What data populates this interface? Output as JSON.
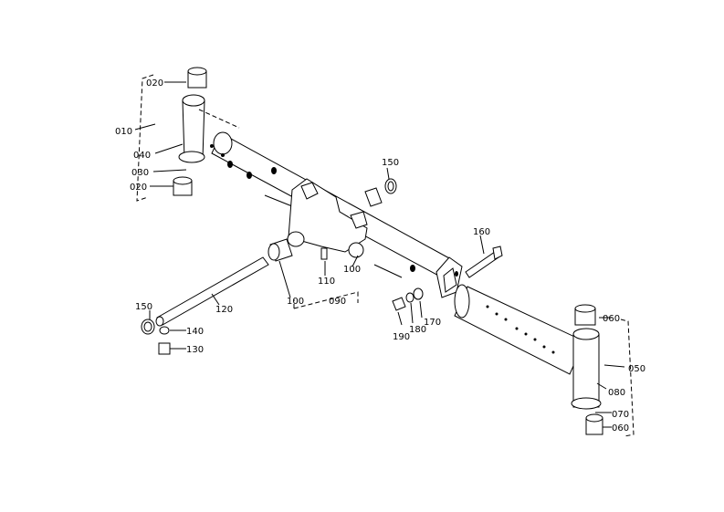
{
  "labels": {
    "l020a": "020",
    "l010": "010",
    "l040": "040",
    "l030": "030",
    "l020b": "020",
    "l150a": "150",
    "l160": "160",
    "l110": "110",
    "l100a": "100",
    "l100b": "100",
    "l090": "090",
    "l120": "120",
    "l150b": "150",
    "l140": "140",
    "l130": "130",
    "l190": "190",
    "l180": "180",
    "l170": "170",
    "l060a": "060",
    "l050": "050",
    "l080": "080",
    "l070": "070",
    "l060b": "060"
  }
}
